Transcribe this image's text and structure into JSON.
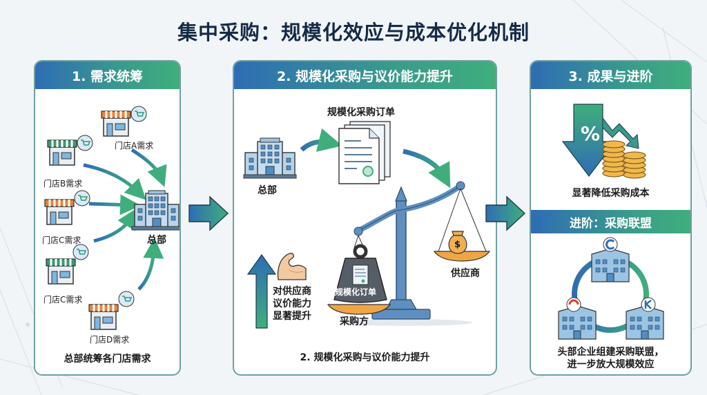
{
  "title": "集中采购：规模化效应与成本优化机制",
  "colors": {
    "header_start": "#2e6db4",
    "header_end": "#3fae7c",
    "title_text": "#152a45",
    "awning_orange": "#e8843a",
    "awning_green": "#3c9a72",
    "building_blue": "#9cc4e4",
    "gold": "#f0b84a",
    "panel_border": "#6fa0a0"
  },
  "panel1": {
    "header": "1. 需求统筹",
    "stores": [
      {
        "label": "门店A需求",
        "awning": "orange"
      },
      {
        "label": "门店B需求",
        "awning": "green"
      },
      {
        "label": "门店C需求",
        "awning": "orange"
      },
      {
        "label": "门店C需求",
        "awning": "green"
      },
      {
        "label": "门店D需求",
        "awning": "orange"
      }
    ],
    "hq_label": "总部",
    "caption": "总部统筹各门店需求",
    "icons": [
      "store-icon",
      "cart-bubble-icon",
      "headquarters-building-icon",
      "curved-arrow-icon"
    ]
  },
  "panel2": {
    "header": "2. 规模化采购与议价能力提升",
    "hq_label": "总部",
    "order_label": "规模化采购订单",
    "weight_label": "规模化订单",
    "buyer_label": "采购方",
    "supplier_label": "供应商",
    "power_text": [
      "对供应商",
      "议价能力",
      "显著提升"
    ],
    "caption": "2. 规模化采购与议价能力提升",
    "money_symbol": "$",
    "icons": [
      "building-icon",
      "document-stack-icon",
      "balance-scale-icon",
      "weight-icon",
      "money-bag-icon",
      "flexed-arm-icon",
      "up-arrow-icon"
    ]
  },
  "panel3": {
    "header": "3. 成果与进阶",
    "percent_symbol": "%",
    "result_caption": "显著降低采购成本",
    "sub_header": "进阶：采购联盟",
    "alliance_caption_line1": "头部企业组建采购联盟，",
    "alliance_caption_line2": "进一步放大规模效应",
    "icons": [
      "down-arrow-percent-icon",
      "coin-stack-icon",
      "alliance-building-icon",
      "cycle-ring-icon"
    ]
  }
}
